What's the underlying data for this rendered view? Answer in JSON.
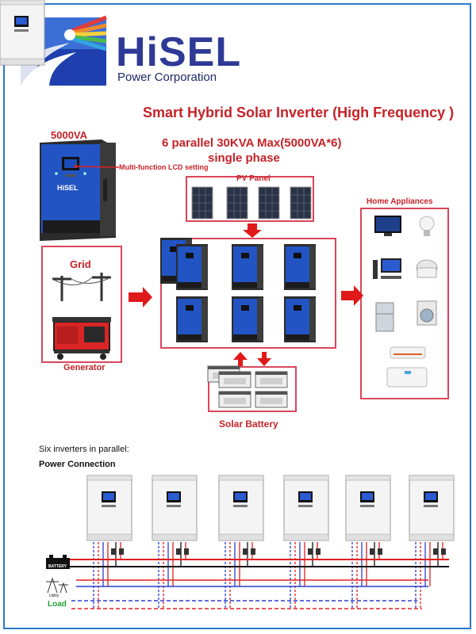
{
  "brand": {
    "name": "HiSEL",
    "tagline": "Power Corporation"
  },
  "header": {
    "title": "Smart Hybrid Solar Inverter (High Frequency )",
    "subtitle": "6 parallel 30KVA Max(5000VA*6)",
    "phase": "single phase"
  },
  "product": {
    "rating": "5000VA",
    "lcd_callout": "Multi-function LCD setting",
    "unit_brand": "HiSEL"
  },
  "inputs": {
    "grid_label": "Grid",
    "generator_label": "Generator"
  },
  "pv_panel": {
    "label": "PV Panel"
  },
  "battery": {
    "label": "Solar Battery"
  },
  "appliances": {
    "label": "Home Appliances"
  },
  "wiring": {
    "caption": "Six inverters in parallel:",
    "heading": "Power Connection",
    "battery_tag": "BATTERY",
    "utility_tag": "Utility",
    "load_label": "Load"
  },
  "colors": {
    "accent_red": "#c62328",
    "box_border": "#d9465a",
    "brand_navy": "#2e3a96",
    "inverter_blue": "#2254c4",
    "frame_blue": "#2a78c8",
    "wire_red": "#e02020",
    "wire_blue": "#2a3fd0",
    "load_green": "#26a13a"
  }
}
